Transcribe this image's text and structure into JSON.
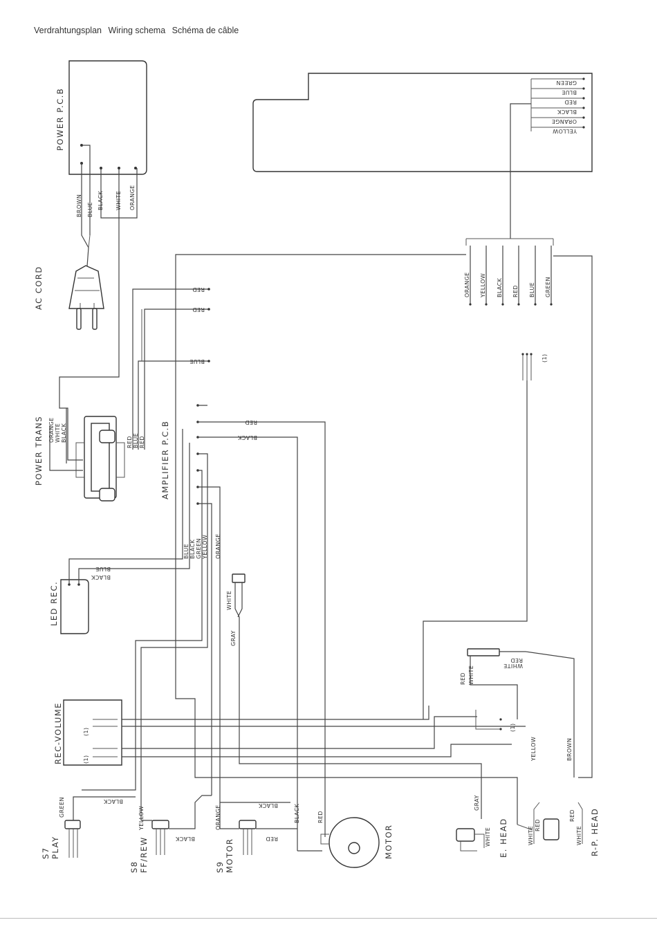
{
  "header": {
    "de": "Verdrahtungsplan",
    "en": "Wiring schema",
    "fr": "Schéma de câble"
  },
  "components": {
    "power_pcb": "POWER P.C.B",
    "ac_cord": "AC CORD",
    "power_trans": "POWER TRANS",
    "amplifier_pcb": "AMPLIFIER P.C.B",
    "led_rec": "LED REC.",
    "rec_volume": "REC-VOLUME",
    "s7_id": "S7",
    "s7_name": "PLAY",
    "s8_id": "S8",
    "s8_name": "FF/REW",
    "s9_id": "S9",
    "s9_name": "MOTOR",
    "motor": "MOTOR",
    "e_head": "E. HEAD",
    "rp_head": "R-P. HEAD"
  },
  "wire_labels": {
    "brown": "BROWN",
    "blue": "BLUE",
    "black": "BLACK",
    "white": "WHITE",
    "orange": "ORANGE",
    "red": "RED",
    "green": "GREEN",
    "yellow": "YELLOW",
    "gray": "GRAY",
    "mark_1": "(1)"
  },
  "colors": {
    "ink": "#333333",
    "paper": "#ffffff"
  }
}
